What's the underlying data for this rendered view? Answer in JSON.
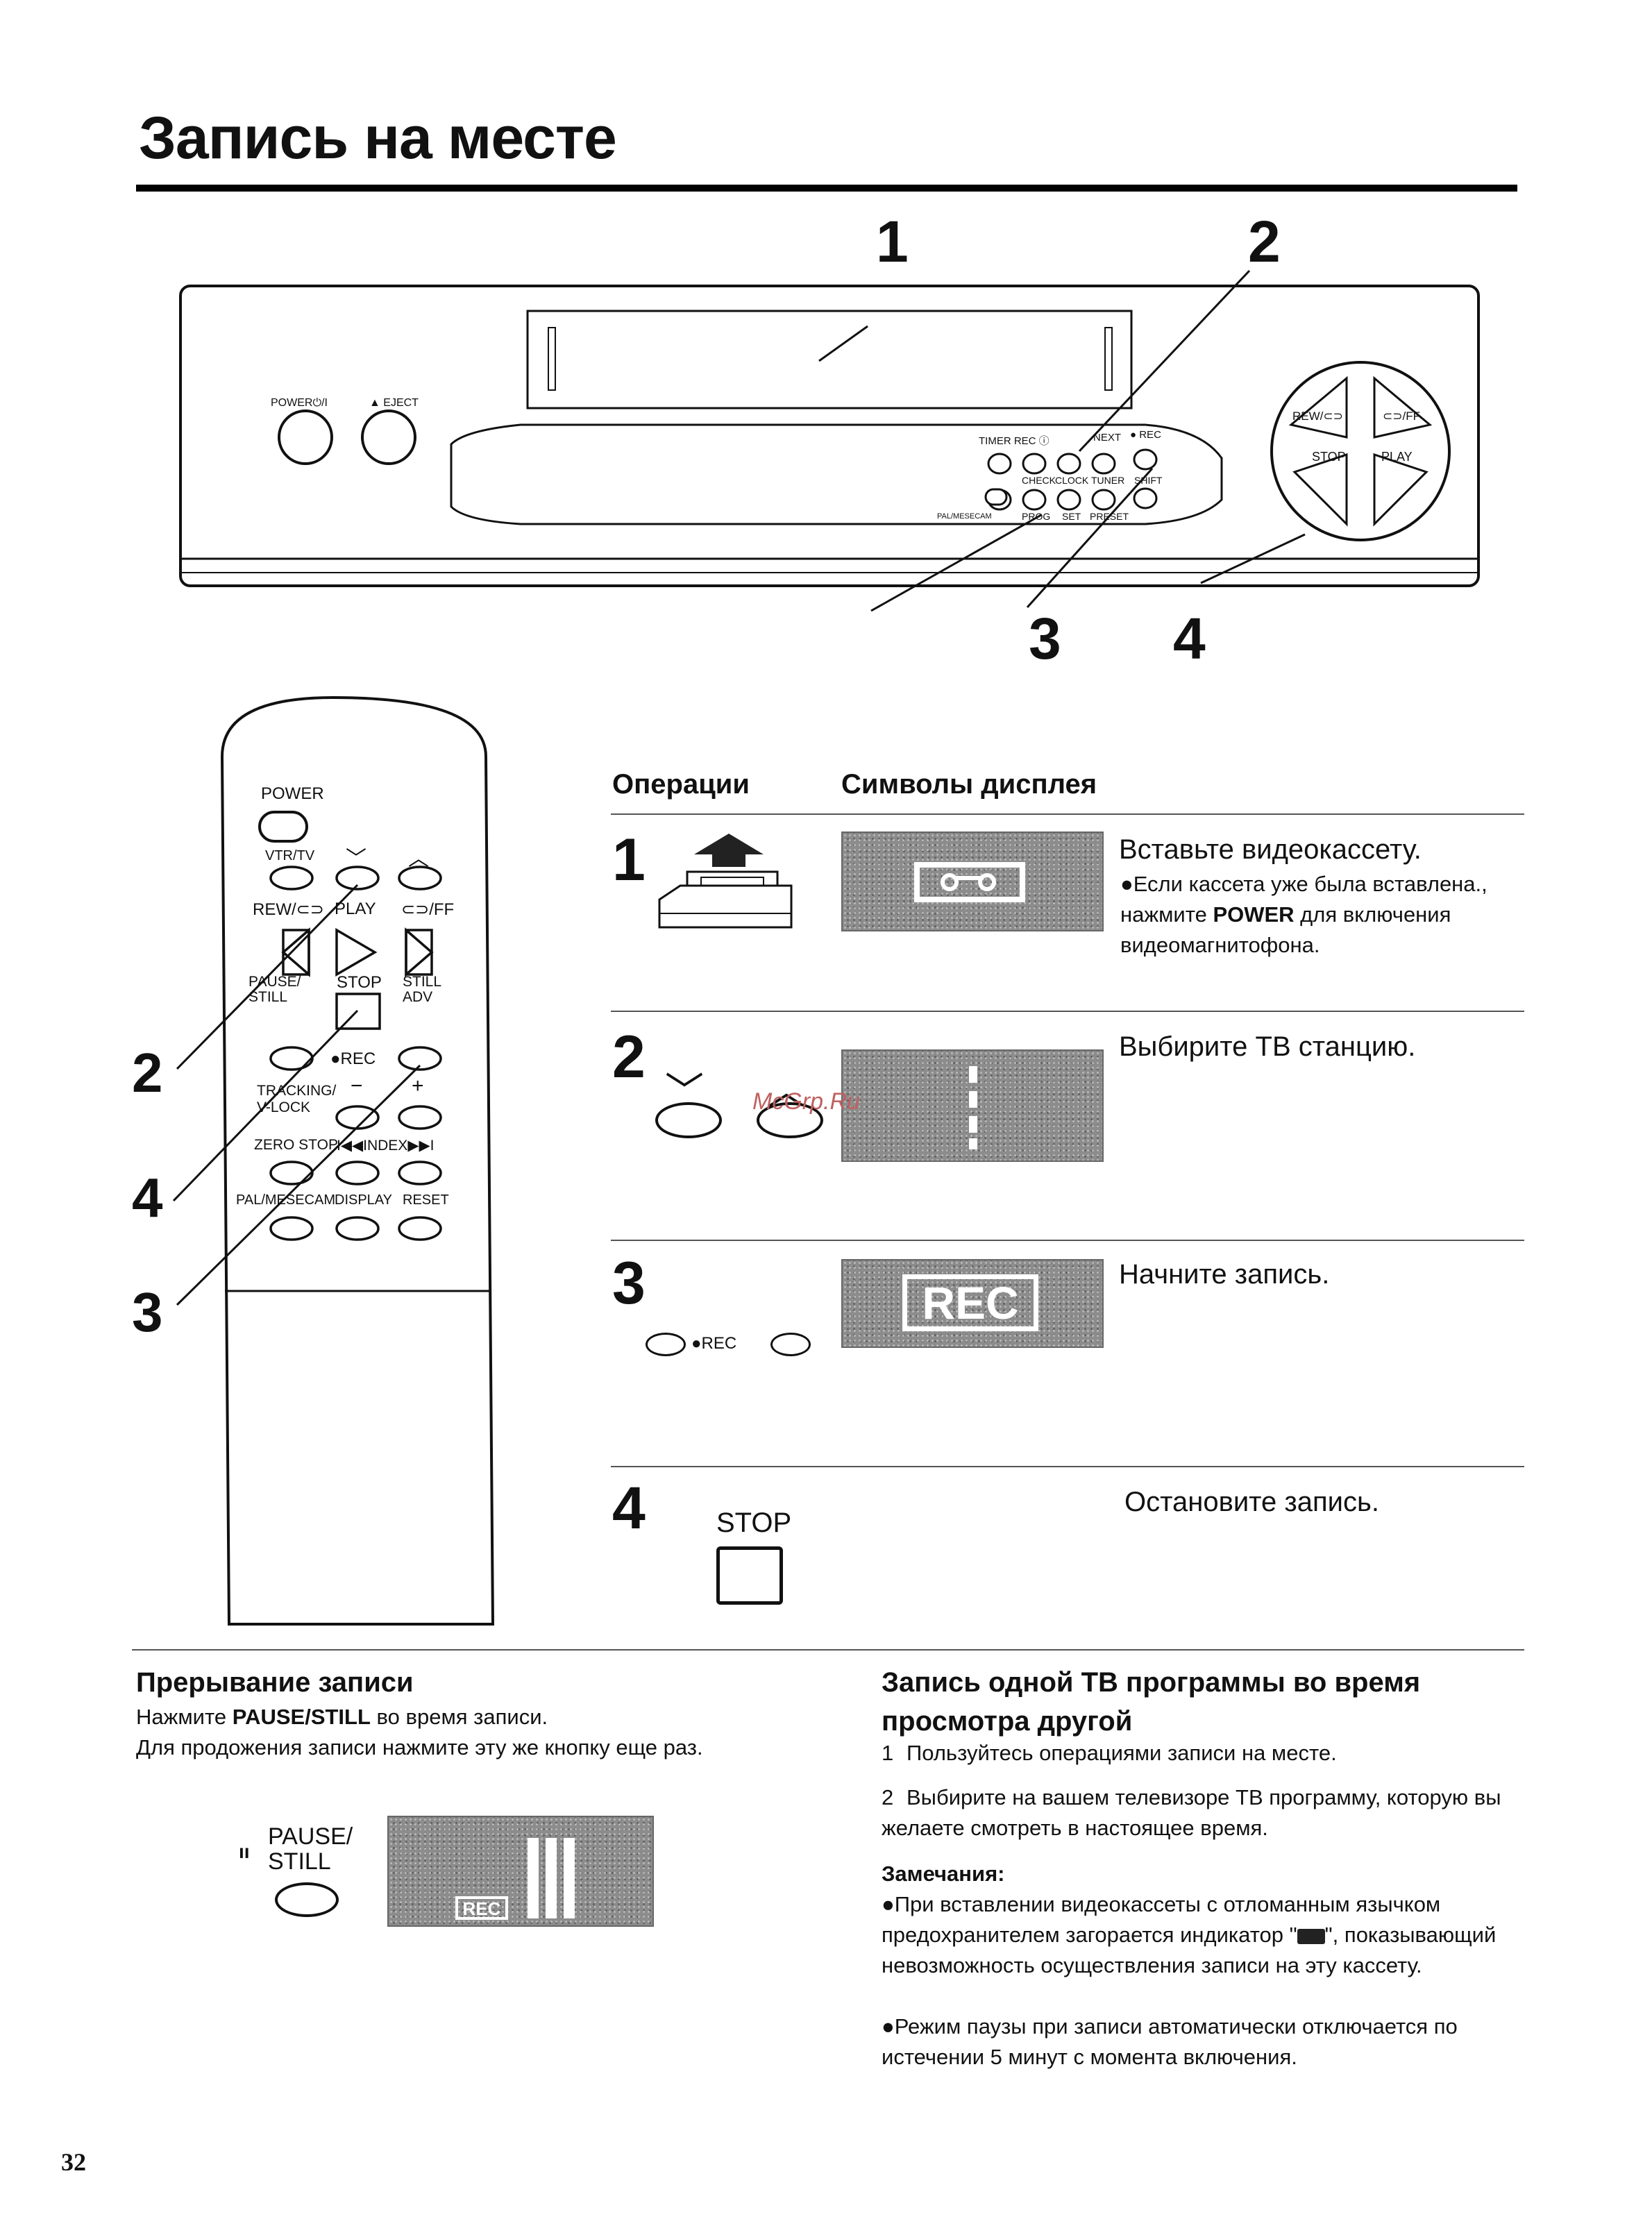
{
  "page": {
    "title": "Запись на месте",
    "page_number": "32",
    "watermark": "McGrp.Ru"
  },
  "vcr_diagram": {
    "callouts": [
      "1",
      "2",
      "3",
      "4"
    ],
    "labels": {
      "power": "POWER⏻/I",
      "eject": "▲ EJECT",
      "timer_rec": "TIMER REC ⓘ",
      "next": "NEXT",
      "rec": "● REC",
      "check": "CHECK",
      "clock": "CLOCK",
      "tuner": "TUNER",
      "shift": "SHIFT",
      "prog": "PROG",
      "set": "SET",
      "preset": "PRESET",
      "pal": "PAL/MESECAM",
      "rew": "REW/⊂⊃",
      "ff": "⊂⊃/FF",
      "stop": "STOP",
      "play": "PLAY"
    }
  },
  "remote": {
    "callouts": [
      "2",
      "4",
      "3"
    ],
    "labels": {
      "power": "POWER",
      "vtrtv": "VTR/TV",
      "down": "﹀",
      "up": "︿",
      "rew": "REW/⊂⊃",
      "play": "PLAY",
      "ff": "⊂⊃/FF",
      "pause": "PAUSE/ STILL",
      "stop": "STOP",
      "still_adv": "STILL ADV",
      "rec": "●REC",
      "tracking": "TRACKING/ V-LOCK",
      "minus": "−",
      "plus": "+",
      "zero_stop": "ZERO STOP",
      "index": "I◀◀INDEX▶▶I",
      "pal": "PAL/MESECAM",
      "display": "DISPLAY",
      "reset": "RESET"
    }
  },
  "operations": {
    "col_operations": "Операции",
    "col_display": "Символы дисплея",
    "steps": [
      {
        "num": "1",
        "text": "Вставьте видеокассету.",
        "note_pre": "●Если кассета уже была вставлена., нажмите ",
        "note_bold": "POWER",
        "note_post": " для включения видеомагнитофона."
      },
      {
        "num": "2",
        "text": "Выбирите ТВ станцию.",
        "down": "﹀",
        "up": "︿"
      },
      {
        "num": "3",
        "text": "Начните запись.",
        "rec_btn": "●REC",
        "lcd": "REC"
      },
      {
        "num": "4",
        "text": "Остановите запись.",
        "stop_btn": "STOP"
      }
    ]
  },
  "pause_section": {
    "title": "Прерывание записи",
    "line1_pre": "Нажмите ",
    "line1_bold": "PAUSE/STILL",
    "line1_post": " во время записи.",
    "line2": "Для продожения записи нажмите эту же кнопку еще раз.",
    "button_label": "PAUSE/ STILL",
    "lcd_rec": "REC"
  },
  "watch_section": {
    "title": "Запись одной ТВ программы во время просмотра другой",
    "items": [
      {
        "num": "1",
        "text": "Пользуйтесь операциями записи на месте."
      },
      {
        "num": "2",
        "text": "Выбирите на вашем телевизоре ТВ программу, которую вы желаете смотреть в настоящее время."
      }
    ],
    "notes_title": "Замечания:",
    "note1_pre": "●При вставлении видеокассеты с отломанным язычком предохранителем загорается индикатор \"",
    "note1_post": "\", показывающий невозможность осуществления записи на эту кассету.",
    "note2": "●Режим паузы при записи автоматически отключается по истечении 5 минут с момента включения."
  }
}
